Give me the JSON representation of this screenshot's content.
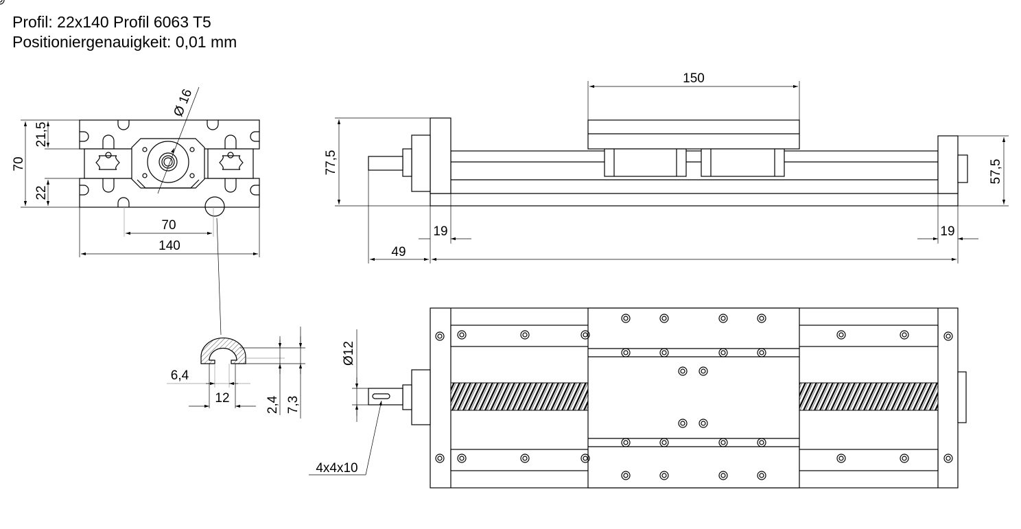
{
  "header": {
    "line1": "Profil: 22x140 Profil  6063 T5",
    "line2": "Positioniergenauigkeit: 0,01 mm"
  },
  "end_view": {
    "dim_height": "70",
    "dim_top": "21,5",
    "dim_bottom": "22",
    "dim_slot_spacing": "70",
    "dim_width": "140",
    "dim_bearing": "Ø 16"
  },
  "slot_detail": {
    "dim_slot_opening": "6,4",
    "dim_slot_width": "12",
    "dim_depth_inner": "2,4",
    "dim_depth_outer": "7,3"
  },
  "side_view": {
    "dim_carriage_length": "150",
    "dim_total_height": "77,5",
    "dim_end_height": "57,5",
    "dim_left_plate": "19",
    "dim_shaft": "49",
    "dim_right_plate": "19"
  },
  "top_view": {
    "dim_shaft_diameter": "Ø12",
    "dim_key": "4x4x10"
  }
}
